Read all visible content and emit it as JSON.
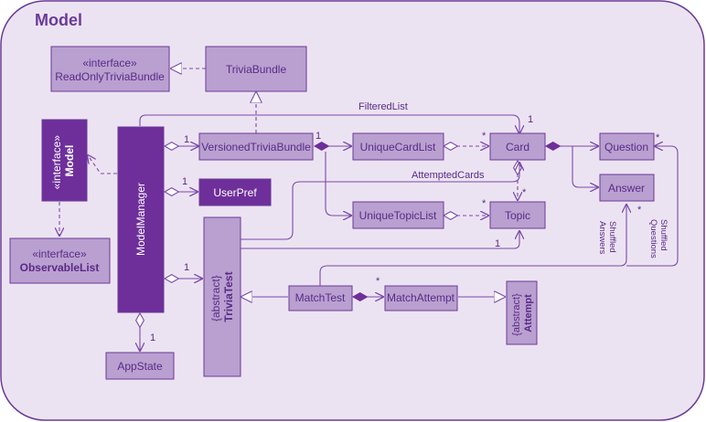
{
  "package": {
    "title": "Model"
  },
  "classes": {
    "readonly": {
      "stereotype": "«interface»",
      "name": "ReadOnlyTriviaBundle"
    },
    "triviaBundle": {
      "name": "TriviaBundle"
    },
    "modelInterface": {
      "stereotype": "«interface»",
      "name": "Model"
    },
    "modelManager": {
      "name": "ModelManager"
    },
    "versioned": {
      "name": "VersionedTriviaBundle"
    },
    "uniqueCardList": {
      "name": "UniqueCardList"
    },
    "card": {
      "name": "Card"
    },
    "question": {
      "name": "Question"
    },
    "answer": {
      "name": "Answer"
    },
    "userPref": {
      "name": "UserPref"
    },
    "uniqueTopicList": {
      "name": "UniqueTopicList"
    },
    "topic": {
      "name": "Topic"
    },
    "observable": {
      "stereotype": "«interface»",
      "name": "ObservableList"
    },
    "triviaTest": {
      "stereotype": "{abstract}",
      "name": "TriviaTest"
    },
    "matchTest": {
      "name": "MatchTest"
    },
    "matchAttempt": {
      "name": "MatchAttempt"
    },
    "attempt": {
      "stereotype": "{abstract}",
      "name": "Attempt"
    },
    "appState": {
      "name": "AppState"
    }
  },
  "labels": {
    "filteredList": "FilteredList",
    "attemptedCards": "AttemptedCards",
    "shuffledAnswers": [
      "Shuffled",
      "Answers"
    ],
    "shuffledQuestions": [
      "Shuffled",
      "Questions"
    ]
  },
  "multiplicities": {
    "one": "1",
    "many": "*"
  },
  "colors": {
    "package_fill": "#ECE3F2",
    "package_stroke": "#6A3A98",
    "class_fill": "#B9A0D0",
    "class_stroke": "#6A3A98",
    "dark_fill": "#6E2F9A",
    "text": "#5A2A86",
    "line": "#7A4AAA"
  }
}
